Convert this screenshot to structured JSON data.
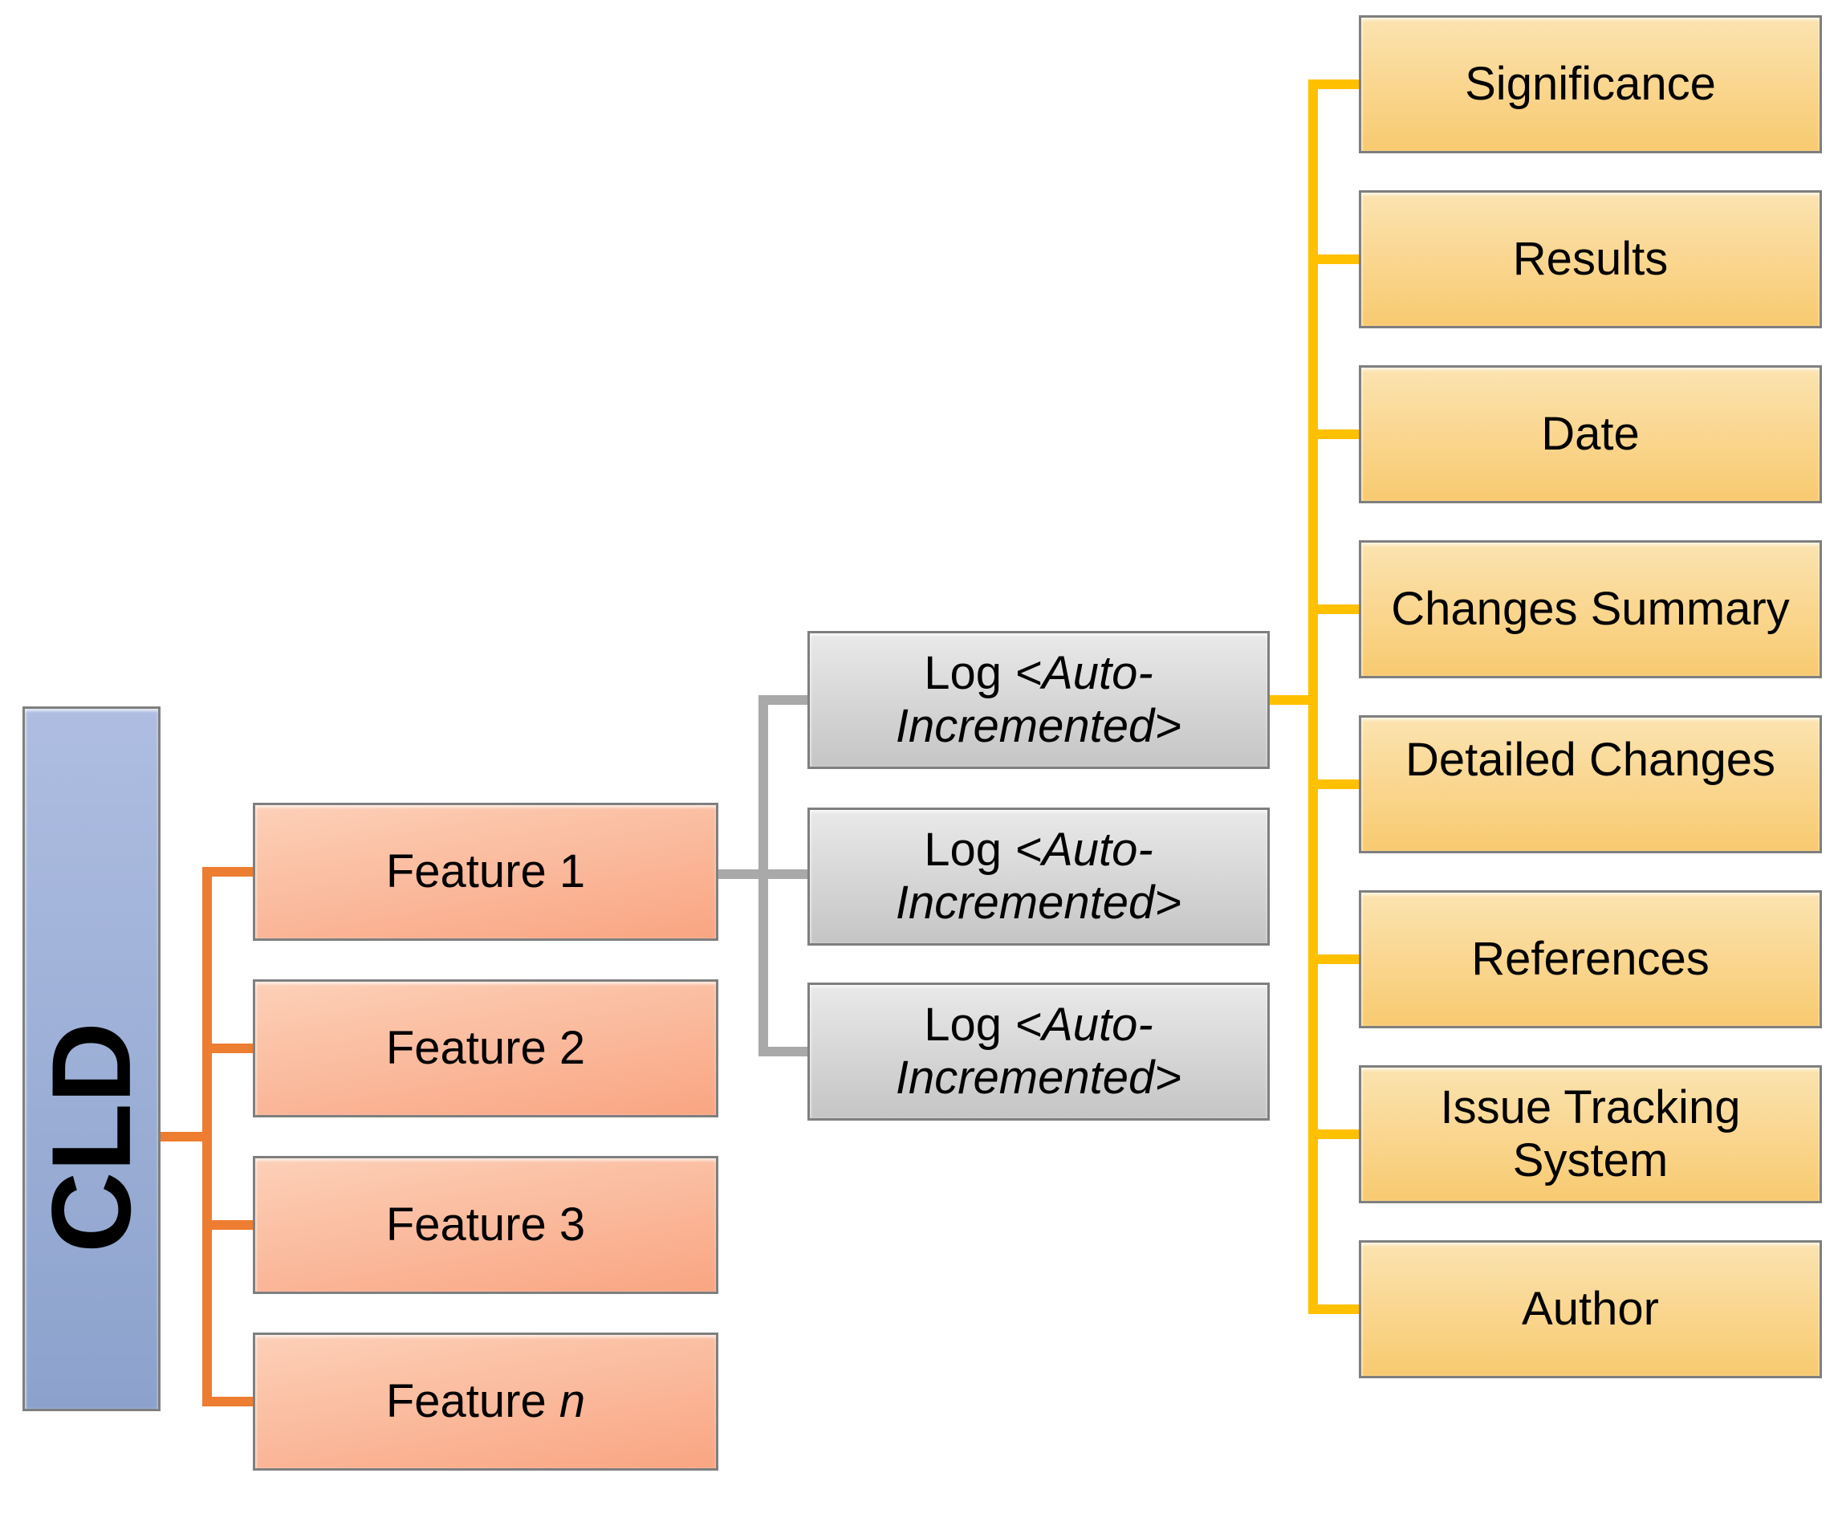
{
  "diagram": {
    "root_node": {
      "label": "CLD"
    },
    "feature_nodes": [
      {
        "prefix": "Feature",
        "suffix": "1"
      },
      {
        "prefix": "Feature",
        "suffix": "2"
      },
      {
        "prefix": "Feature",
        "suffix": "3"
      },
      {
        "prefix": "Feature",
        "suffix": "n",
        "suffix_italic": true
      }
    ],
    "log_nodes": [
      {
        "line1_plain": "Log",
        "line1_italic": "<Auto-",
        "line2_italic": "Incremented>"
      },
      {
        "line1_plain": "Log",
        "line1_italic": "<Auto-",
        "line2_italic": "Incremented>"
      },
      {
        "line1_plain": "Log",
        "line1_italic": "<Auto-",
        "line2_italic": "Incremented>"
      }
    ],
    "attribute_nodes": [
      {
        "lines": [
          "Significance"
        ]
      },
      {
        "lines": [
          "Results"
        ]
      },
      {
        "lines": [
          "Date"
        ]
      },
      {
        "lines": [
          "Changes Summary"
        ]
      },
      {
        "lines": [
          "Detailed Changes"
        ]
      },
      {
        "lines": [
          "References"
        ]
      },
      {
        "lines": [
          "Issue Tracking",
          "System"
        ]
      },
      {
        "lines": [
          "Author"
        ]
      }
    ],
    "colors": {
      "root_fill_top": "#AEBDE1",
      "root_fill_bottom": "#8CA2CC",
      "feature_fill_top": "#FCD0B8",
      "feature_fill_bottom": "#F9A582",
      "log_fill_top": "#E9E9E9",
      "log_fill_bottom": "#C5C5C5",
      "attribute_fill_top": "#FBE3B0",
      "attribute_fill_bottom": "#F8CA70",
      "connector_orange": "#ED7D31",
      "connector_gray": "#A9A9A9",
      "connector_yellow": "#FFC000",
      "box_border": "#7F7F7F",
      "text": "#000000"
    }
  }
}
